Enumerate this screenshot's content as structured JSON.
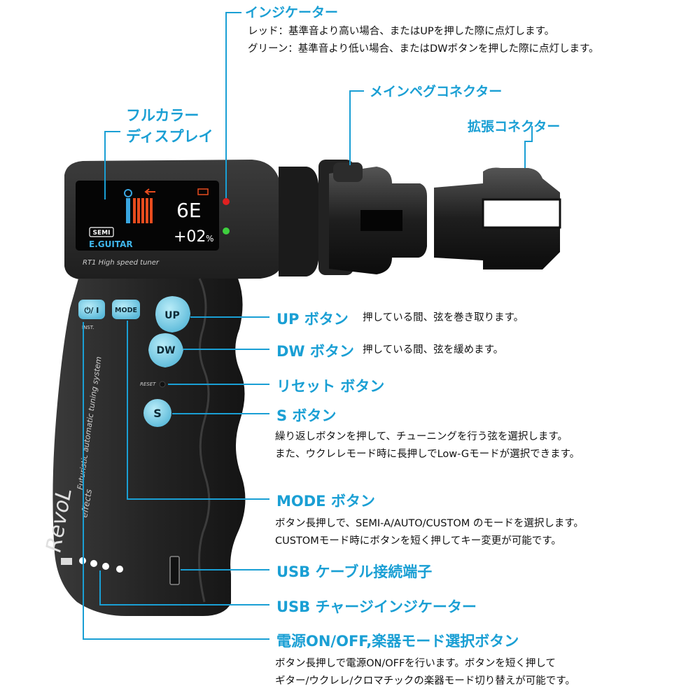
{
  "device": {
    "screen": {
      "semi_label": "SEMI",
      "instrument": "E.GUITAR",
      "note": "6E",
      "cents": "+02",
      "cents_unit": "%"
    },
    "model_text": "RT1 High speed tuner",
    "power_button_label": "⏻/ I",
    "inst_label": "INST.",
    "mode_button_label": "MODE",
    "up_button_label": "UP",
    "dw_button_label": "DW",
    "reset_label": "RESET",
    "s_button_label": "S",
    "side_text": "Futuristic automatic tuning system",
    "brand_text": "RevoL",
    "brand_sub": "effects"
  },
  "callouts": {
    "indicator": {
      "title": "インジケーター",
      "lines": [
        "レッド：基準音より高い場合、またはUPを押した際に点灯します。",
        "グリーン：基準音より低い場合、またはDWボタンを押した際に点灯します。"
      ]
    },
    "main_peg": {
      "title": "メインペグコネクター"
    },
    "ext_connector": {
      "title": "拡張コネクター"
    },
    "display": {
      "title_lines": [
        "フルカラー",
        "ディスプレイ"
      ]
    },
    "up": {
      "title": "UP ボタン",
      "text": "押している間、弦を巻き取ります。"
    },
    "dw": {
      "title": "DW ボタン",
      "text": "押している間、弦を緩めます。"
    },
    "reset": {
      "title": "リセット ボタン"
    },
    "s": {
      "title": "S ボタン",
      "lines": [
        "繰り返しボタンを押して、チューニングを行う弦を選択します。",
        "また、ウクレレモード時に長押しでLow-Gモードが選択できます。"
      ]
    },
    "mode": {
      "title": "MODE ボタン",
      "lines": [
        "ボタン長押しで、SEMI-A/AUTO/CUSTOM のモードを選択します。",
        "CUSTOMモード時にボタンを短く押してキー変更が可能です。"
      ]
    },
    "usb_port": {
      "title": "USB ケーブル接続端子"
    },
    "usb_charge": {
      "title": "USB チャージインジケーター"
    },
    "power": {
      "title": "電源ON/OFF,楽器モード選択ボタン",
      "lines": [
        "ボタン長押しで電源ON/OFFを行います。ボタンを短く押して",
        "ギター/ウクレレ/クロマチックの楽器モード切り替えが可能です。"
      ]
    }
  },
  "colors": {
    "accent": "#1a9fd4",
    "button": "#7fd0e8",
    "body": "#262626",
    "red_led": "#e02020",
    "green_led": "#3ecf3e"
  }
}
